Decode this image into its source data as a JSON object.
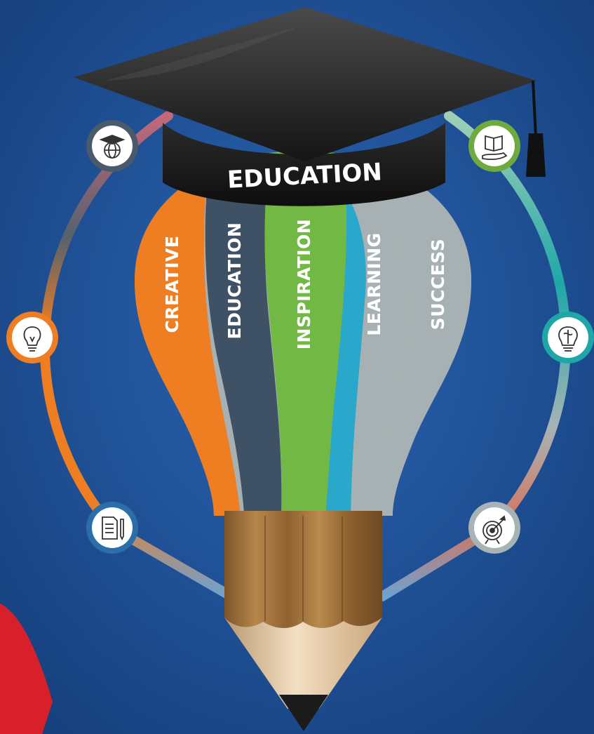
{
  "cap": {
    "label": "EDUCATION"
  },
  "strips": [
    {
      "label": "CREATIVE",
      "color": "#ef7d22"
    },
    {
      "label": "EDUCATION",
      "color": "#3f5265"
    },
    {
      "label": "INSPIRATION",
      "color": "#72b845"
    },
    {
      "label": "LEARNING",
      "color": "#2aa8cc"
    },
    {
      "label": "SUCCESS",
      "color": "#a7b1b3"
    }
  ],
  "icons": [
    {
      "name": "graduation-globe-icon",
      "color": "#4a5a6b"
    },
    {
      "name": "lightbulb-icon",
      "color": "#ef7d22"
    },
    {
      "name": "document-pen-icon",
      "color": "#2b6ea8"
    },
    {
      "name": "open-book-hand-icon",
      "color": "#6eaa3e"
    },
    {
      "name": "brain-bulb-icon",
      "color": "#1fa7a8"
    },
    {
      "name": "target-dart-icon",
      "color": "#a8b3b5"
    }
  ],
  "colors": {
    "background": "#1c4f95",
    "pencil_wood": "#a8773e",
    "cap_black": "#1e1e1e"
  }
}
